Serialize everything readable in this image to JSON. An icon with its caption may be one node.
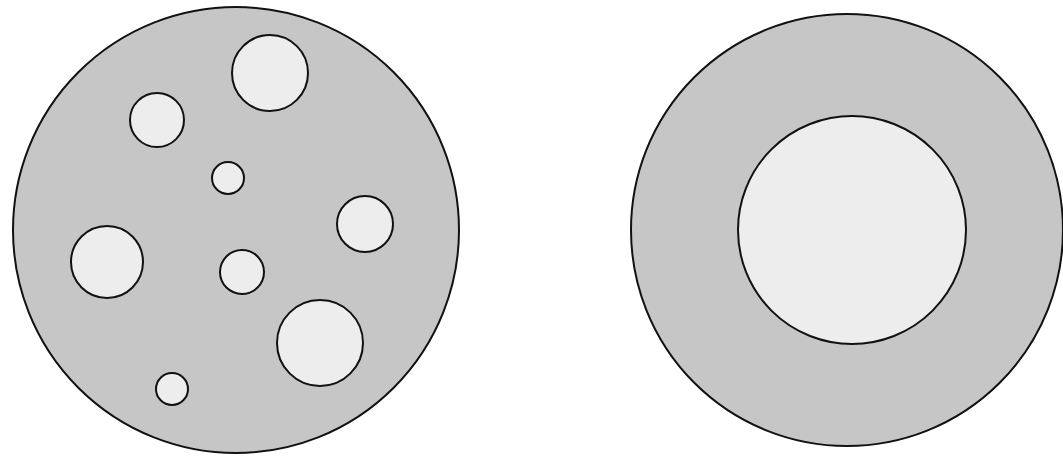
{
  "diagram": {
    "nodes": [
      {
        "text": [],
        "shape": "circle"
      },
      {
        "text": [],
        "shape": "circle",
        "in": 0
      },
      {
        "text": [],
        "shape": "circle",
        "in": 0
      },
      {
        "text": [],
        "shape": "circle",
        "in": 0
      },
      {
        "text": [],
        "shape": "circle",
        "in": 0
      },
      {
        "text": [],
        "shape": "circle",
        "in": 0
      },
      {
        "text": [],
        "shape": "circle",
        "in": 0
      },
      {
        "text": [],
        "shape": "circle",
        "in": 0
      },
      {
        "text": [],
        "shape": "circle",
        "in": 0
      },
      {
        "text": [],
        "shape": "circle"
      },
      {
        "text": [],
        "shape": "circle",
        "in": 9
      }
    ]
  }
}
